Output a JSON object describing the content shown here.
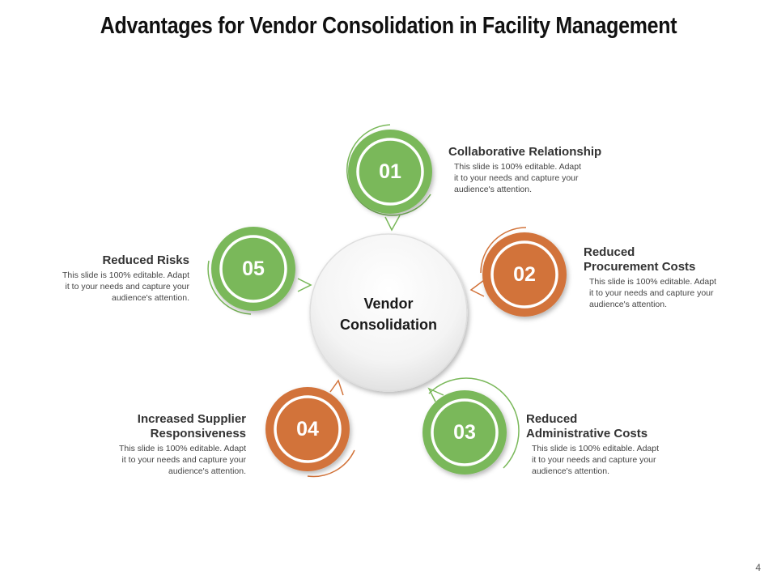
{
  "title": "Advantages for Vendor Consolidation in Facility Management",
  "center": {
    "line1": "Vendor",
    "line2": "Consolidation"
  },
  "colors": {
    "green": "#7ab85a",
    "orange": "#d2733a"
  },
  "items": [
    {
      "number": "01",
      "color": "green",
      "heading_lines": [
        "Collaborative Relationship"
      ],
      "desc_lines": [
        "This slide is 100% editable. Adapt",
        "it to your needs and capture your",
        "audience's attention."
      ]
    },
    {
      "number": "02",
      "color": "orange",
      "heading_lines": [
        "Reduced",
        "Procurement Costs"
      ],
      "desc_lines": [
        "This slide is 100% editable. Adapt",
        "it to your needs and capture your",
        "audience's attention."
      ]
    },
    {
      "number": "03",
      "color": "green",
      "heading_lines": [
        "Reduced",
        "Administrative Costs"
      ],
      "desc_lines": [
        "This slide is 100% editable. Adapt",
        "it to your needs and capture your",
        "audience's attention."
      ]
    },
    {
      "number": "04",
      "color": "orange",
      "heading_lines": [
        "Increased Supplier",
        "Responsiveness"
      ],
      "desc_lines": [
        "This slide is 100% editable. Adapt",
        "it to your needs and capture your",
        "audience's attention."
      ]
    },
    {
      "number": "05",
      "color": "green",
      "heading_lines": [
        "Reduced Risks"
      ],
      "desc_lines": [
        "This slide is 100% editable. Adapt",
        "it to your needs and capture your",
        "audience's attention."
      ]
    }
  ],
  "page_number": "4"
}
